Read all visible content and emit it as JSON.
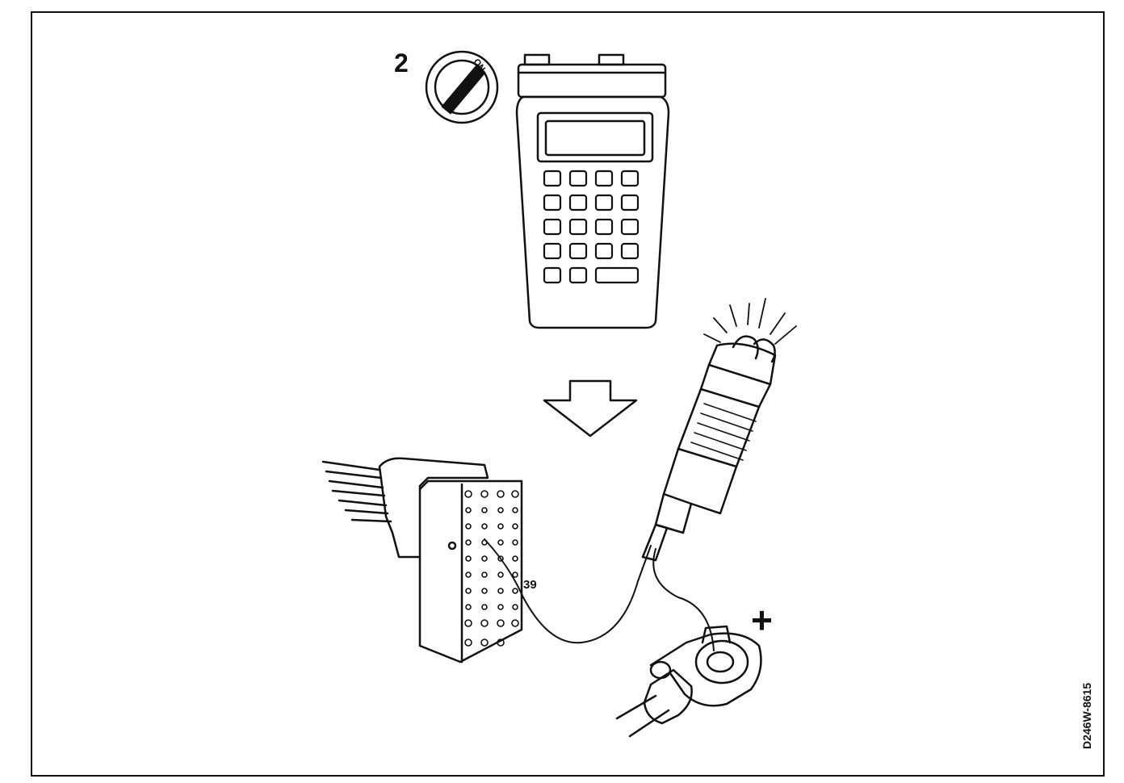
{
  "labels": {
    "step_number": "2",
    "key_position": "ON",
    "pin_number": "39",
    "polarity": "+",
    "figure_code": "D246W-8615"
  },
  "icons": {
    "ignition_key": "ignition-key-icon",
    "tester": "hand-held-tester-icon",
    "arrow": "down-arrow-icon",
    "connector": "control-module-connector-icon",
    "test_lamp": "test-lamp-icon",
    "battery_terminal": "battery-positive-terminal-icon"
  }
}
